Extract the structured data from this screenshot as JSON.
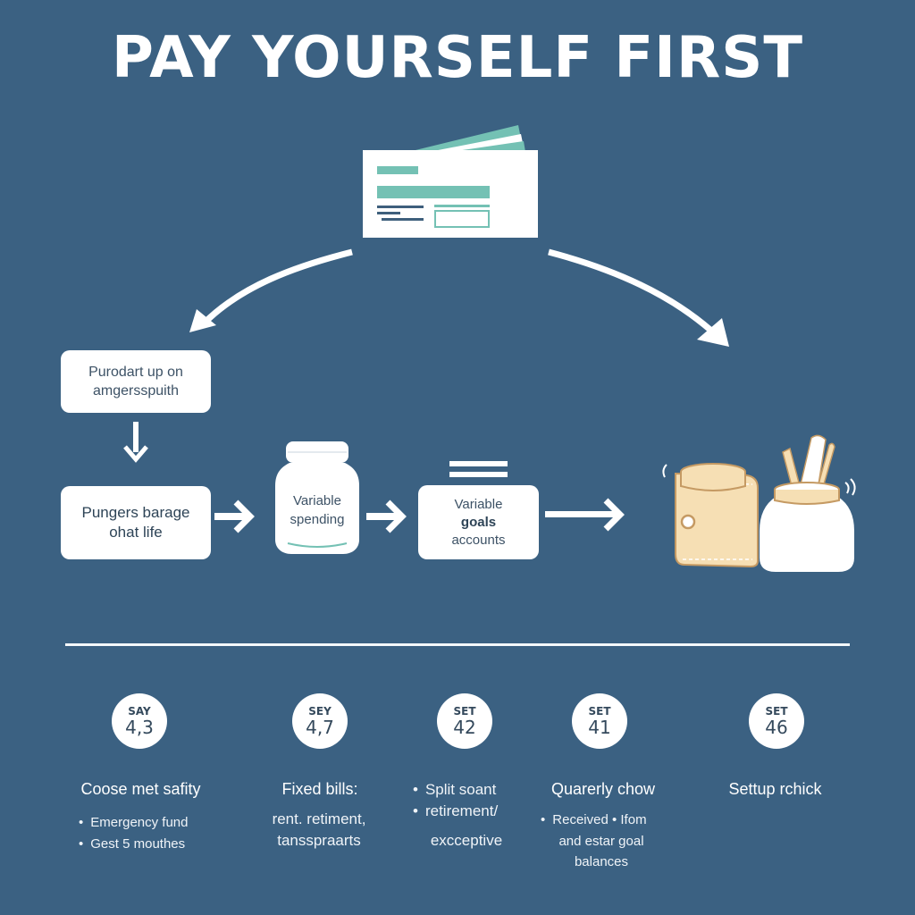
{
  "title": "PAY YOURSELF FIRST",
  "colors": {
    "background": "#3b6182",
    "box": "#ffffff",
    "teal_accent": "#74c1b4",
    "wallet_beige": "#f6dfb4",
    "wallet_outline": "#c59a63",
    "text_dark": "#2e4457"
  },
  "icons": {
    "paycheck": "paycheck-icon",
    "jar": "jar-icon",
    "wallet": "wallet-icon",
    "savings_pot": "savings-pot-icon"
  },
  "flow": {
    "top_box": {
      "line1": "Purodart up on",
      "line2": "amgersspuith"
    },
    "box_fixed": {
      "line1": "Pungers barage",
      "line2": "ohat life"
    },
    "jar": {
      "line1": "Variable",
      "line2": "spending"
    },
    "box_goals": {
      "line1": "Variable",
      "line2": "goals",
      "line3": "accounts"
    }
  },
  "steps": [
    {
      "badge_top": "SAY",
      "badge_num": "4,3",
      "title": "Coose met safity",
      "bullets": [
        "Emergency fund",
        "Gest 5 mouthes"
      ]
    },
    {
      "badge_top": "SEY",
      "badge_num": "4,7",
      "title": "Fixed bills:",
      "text": [
        "rent. retiment,",
        "tansspraarts"
      ]
    },
    {
      "badge_top": "SET",
      "badge_num": "42",
      "bullets": [
        "Split soant",
        "retirement/"
      ],
      "text": [
        "excceptive"
      ]
    },
    {
      "badge_top": "SET",
      "badge_num": "41",
      "title": "Quarerly chow",
      "bullets": [
        "Received • Ifom"
      ],
      "text": [
        "and estar goal",
        "balances"
      ]
    },
    {
      "badge_top": "SET",
      "badge_num": "46",
      "title": "Settup rchick"
    }
  ]
}
